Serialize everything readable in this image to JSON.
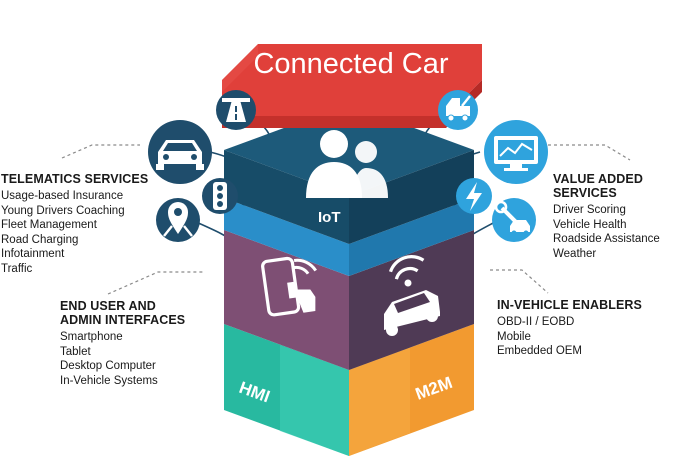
{
  "banner": {
    "title": "Connected Car"
  },
  "cube": {
    "top_label": "IoT",
    "left_bottom_label": "HMI",
    "right_bottom_label": "M2M"
  },
  "telematics": {
    "heading": "TELEMATICS SERVICES",
    "items": [
      "Usage-based Insurance",
      "Young Drivers Coaching",
      "Fleet Management",
      "Road Charging",
      "Infotainment",
      "Traffic"
    ]
  },
  "value_added": {
    "heading": "VALUE ADDED SERVICES",
    "items": [
      "Driver Scoring",
      "Vehicle Health",
      "Roadside Assistance",
      "Weather"
    ]
  },
  "end_user": {
    "heading_line1": "END USER AND",
    "heading_line2": "ADMIN INTERFACES",
    "items": [
      "Smartphone",
      "Tablet",
      "Desktop Computer",
      "In-Vehicle Systems"
    ]
  },
  "in_vehicle": {
    "heading": "IN-VEHICLE ENABLERS",
    "items": [
      "OBD-II / EOBD",
      "Mobile",
      "Embedded OEM"
    ]
  },
  "icons": {
    "left": [
      "highway-icon",
      "car-icon",
      "traffic-light-icon",
      "map-pin-icon"
    ],
    "right": [
      "tow-truck-icon",
      "monitor-chart-icon",
      "lightning-icon",
      "wrench-car-icon"
    ],
    "center": [
      "users-icon",
      "smartphone-touch-icon",
      "connected-car-icon"
    ]
  },
  "colors": {
    "banner": "#e0403a",
    "cube_top": "#1d5a7a",
    "iot_band": "#2a8ec9",
    "left_face": "#7e4f74",
    "right_face": "#4f3a55",
    "hmi": "#28b9a0",
    "m2m": "#f29a30",
    "icon_dark": "#1f4d6c",
    "icon_light": "#2fa3dd"
  }
}
